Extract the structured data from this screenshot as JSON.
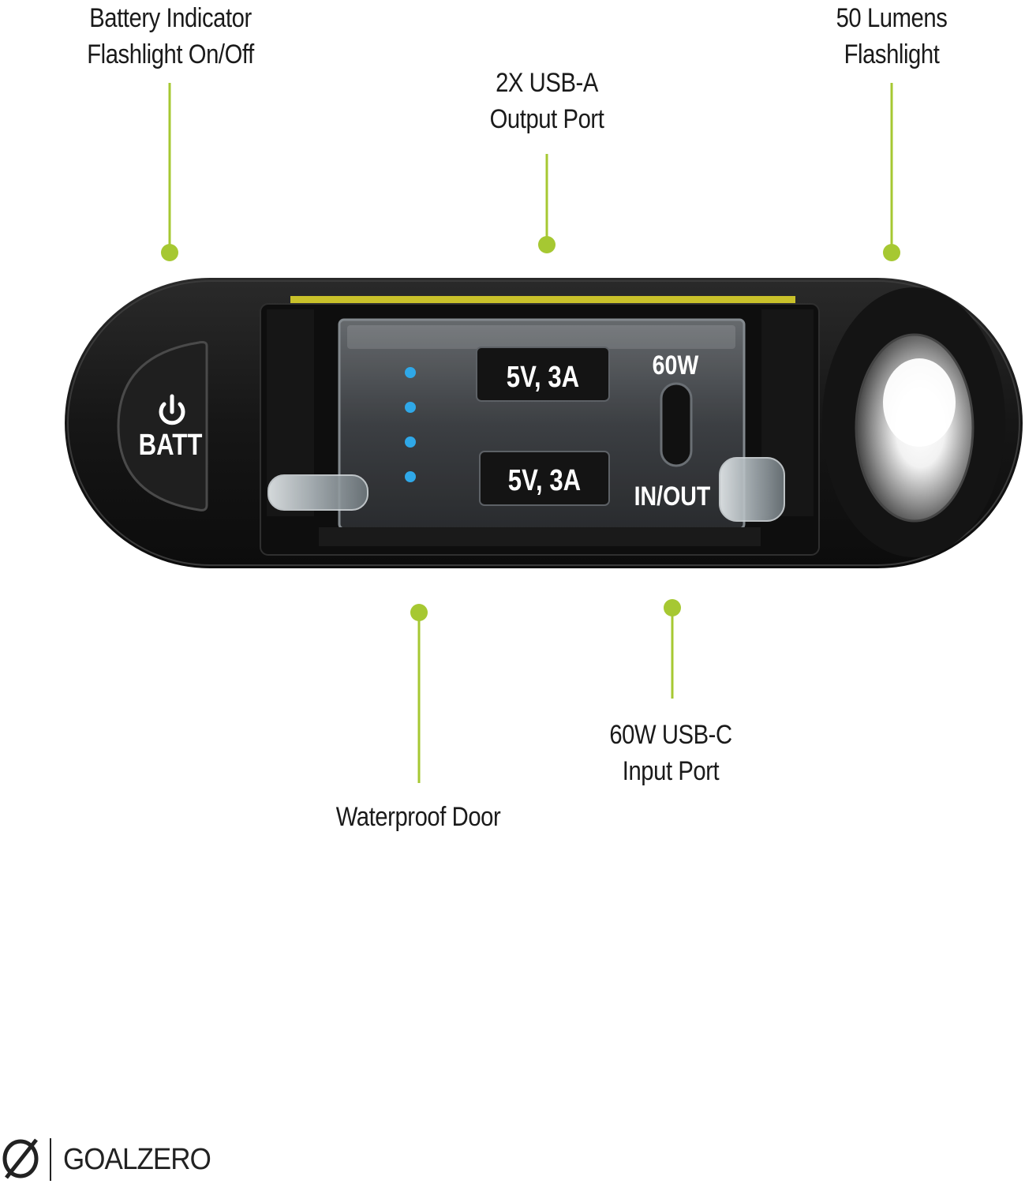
{
  "callouts": {
    "battery": {
      "line1": "Battery Indicator",
      "line2": "Flashlight On/Off"
    },
    "lumens": {
      "line1": "50 Lumens",
      "line2": "Flashlight"
    },
    "usb_a": {
      "line1": "2X USB-A",
      "line2": "Output Port"
    },
    "waterproof": {
      "line1": "Waterproof Door"
    },
    "usb_c": {
      "line1": "60W USB-C",
      "line2": "Input Port"
    }
  },
  "device": {
    "button_label": "BATT",
    "port_top_label": "5V, 3A",
    "port_bottom_label": "5V, 3A",
    "usbc_wattage": "60W",
    "usbc_mode": "IN/OUT",
    "battery_leds_lit": 4
  },
  "brand": {
    "name": "GOALZERO"
  },
  "colors": {
    "callout_line": "#a6c832",
    "device_body": "#1b1b1b",
    "led": "#2fa8e8",
    "accent_stripe": "#c9c12a"
  }
}
